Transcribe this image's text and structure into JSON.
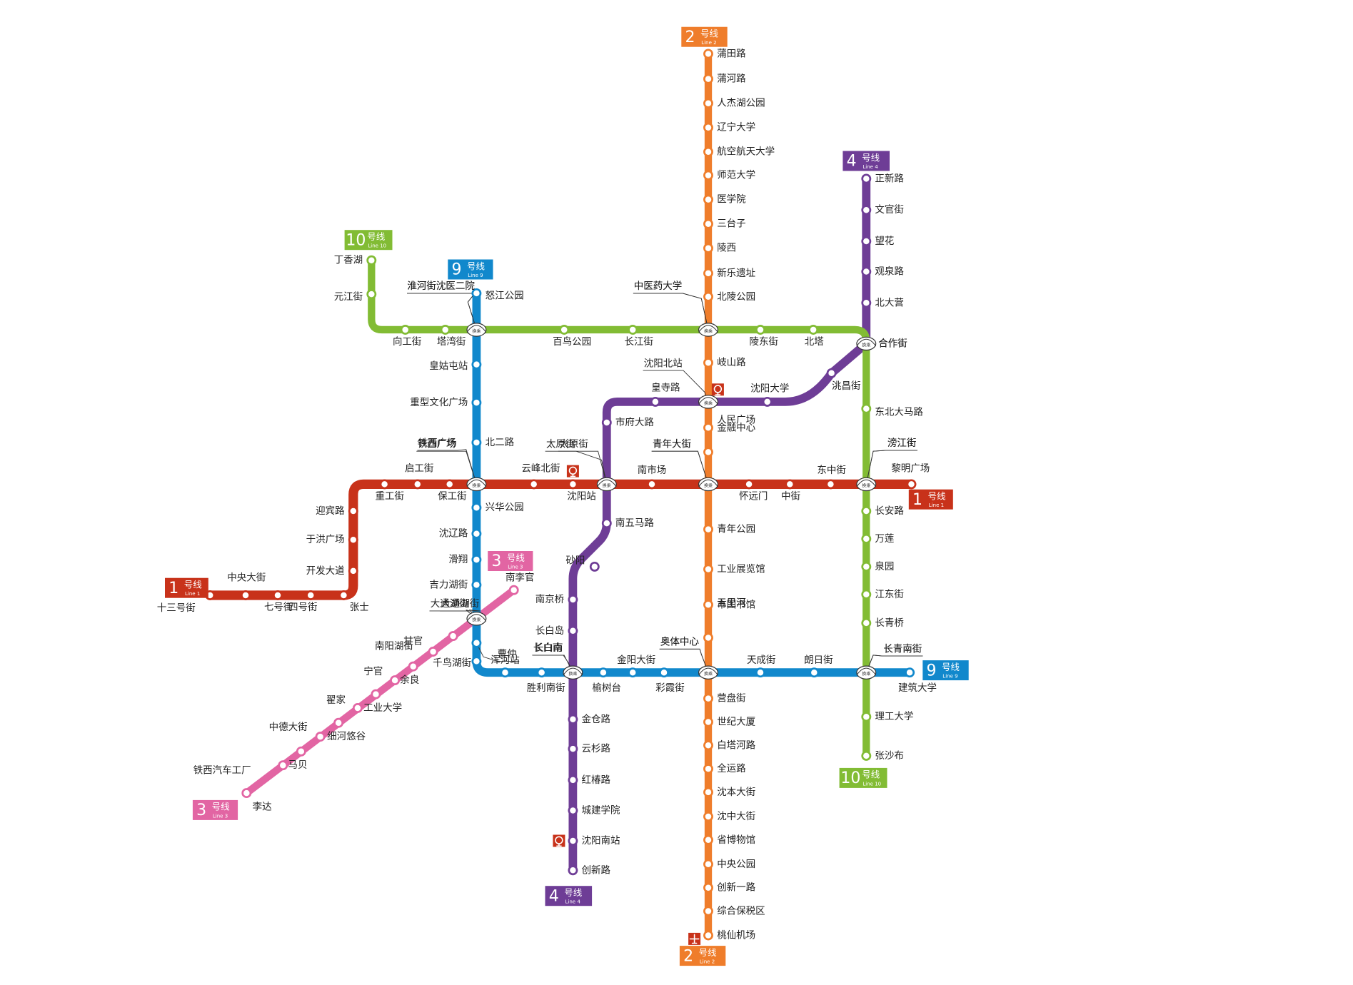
{
  "lines": [
    {
      "id": "line1",
      "color": "#c8321a",
      "badge": {
        "num": "1",
        "zh": "号线",
        "en": "Line 1"
      },
      "stations": [
        "十三号街",
        "中央大街",
        "七号街",
        "四号街",
        "张士",
        "开发大道",
        "于洪广场",
        "迎宾路",
        "重工街",
        "启工街",
        "保工街",
        "铁西广场",
        "云峰北街",
        "沈阳站",
        "太原街",
        "南市场",
        "青年大街",
        "怀远门",
        "中街",
        "东中街",
        "滂江街",
        "黎明广场"
      ]
    },
    {
      "id": "line2",
      "color": "#ef7d2b",
      "badge": {
        "num": "2",
        "zh": "号线",
        "en": "Line 2"
      },
      "stations": [
        "蒲田路",
        "蒲河路",
        "人杰湖公园",
        "辽宁大学",
        "航空航天大学",
        "师范大学",
        "医学院",
        "三台子",
        "陵西",
        "新乐遗址",
        "北陵公园",
        "中医药大学",
        "岐山路",
        "沈阳北站",
        "金融中心",
        "人民广场",
        "青年大街",
        "青年公园",
        "工业展览馆",
        "市图书馆",
        "五里河",
        "奥体中心",
        "营盘街",
        "世纪大厦",
        "白塔河路",
        "全运路",
        "沈本大街",
        "沈中大街",
        "省博物馆",
        "中央公园",
        "创新一路",
        "综合保税区",
        "桃仙机场"
      ]
    },
    {
      "id": "line3",
      "color": "#e265a3",
      "badge": {
        "num": "3",
        "zh": "号线",
        "en": "Line 3"
      },
      "stations": [
        "南李官",
        "大通湖街",
        "南阳湖街",
        "甘官",
        "余良",
        "宁官",
        "工业大学",
        "翟家",
        "细河悠谷",
        "中德大街",
        "马贝",
        "铁西汽车工厂",
        "李达"
      ]
    },
    {
      "id": "line4",
      "color": "#6e3d96",
      "badge": {
        "num": "4",
        "zh": "号线",
        "en": "Line 4"
      },
      "stations": [
        "正新路",
        "文官街",
        "望花",
        "观泉路",
        "北大营",
        "合作街",
        "洮昌街",
        "沈阳大学",
        "皇寺路",
        "市府大路",
        "太原街",
        "南五马路",
        "砂阳",
        "南京桥",
        "长白岛",
        "长白南",
        "金仓路",
        "云杉路",
        "红椿路",
        "城建学院",
        "沈阳南站",
        "创新路"
      ]
    },
    {
      "id": "line9",
      "color": "#1188cc",
      "badge": {
        "num": "9",
        "zh": "号线",
        "en": "Line 9"
      },
      "stations": [
        "怒江公园",
        "淮河街沈医二院",
        "皇姑屯站",
        "重型文化广场",
        "北二路",
        "铁西广场",
        "兴华公园",
        "沈辽路",
        "滑翔",
        "吉力湖街",
        "大通湖街",
        "曹仲",
        "千鸟湖街",
        "浑河站",
        "胜利南街",
        "长白南",
        "榆树台",
        "金阳大街",
        "彩霞街",
        "奥体中心",
        "天成街",
        "朗日街",
        "长青南街",
        "建筑大学"
      ]
    },
    {
      "id": "line10",
      "color": "#82bc34",
      "badge": {
        "num": "10",
        "zh": "号线",
        "en": "Line 10"
      },
      "stations": [
        "丁香湖",
        "元江街",
        "向工街",
        "塔湾街",
        "淮河街沈医二院",
        "百鸟公园",
        "长江街",
        "中医药大学",
        "陵东街",
        "北塔",
        "合作街",
        "东北大马路",
        "滂江街",
        "长安路",
        "万莲",
        "泉园",
        "江东街",
        "长青桥",
        "长青南街",
        "理工大学",
        "张沙布"
      ]
    }
  ],
  "transfer_text": "换乘",
  "icon_names": {
    "rail": "railway-station-icon",
    "airport": "airport-icon",
    "transfer": "transfer-icon"
  }
}
